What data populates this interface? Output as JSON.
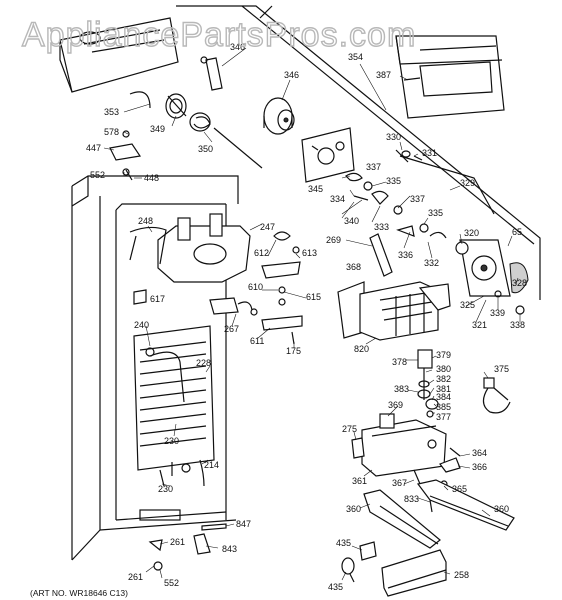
{
  "watermark": "AppliancePartsPros.com",
  "art_number": "(ART NO. WR18646 C13)",
  "callouts": [
    {
      "id": "c348",
      "text": "348"
    },
    {
      "id": "c346",
      "text": "346"
    },
    {
      "id": "c354",
      "text": "354"
    },
    {
      "id": "c387",
      "text": "387"
    },
    {
      "id": "c353",
      "text": "353"
    },
    {
      "id": "c349",
      "text": "349"
    },
    {
      "id": "c578",
      "text": "578"
    },
    {
      "id": "c350",
      "text": "350"
    },
    {
      "id": "c447",
      "text": "447"
    },
    {
      "id": "c552a",
      "text": "552"
    },
    {
      "id": "c448",
      "text": "448"
    },
    {
      "id": "c330",
      "text": "330"
    },
    {
      "id": "c331",
      "text": "331"
    },
    {
      "id": "c337a",
      "text": "337"
    },
    {
      "id": "c335a",
      "text": "335"
    },
    {
      "id": "c345",
      "text": "345"
    },
    {
      "id": "c334",
      "text": "334"
    },
    {
      "id": "c329",
      "text": "329"
    },
    {
      "id": "c337b",
      "text": "337"
    },
    {
      "id": "c340",
      "text": "340"
    },
    {
      "id": "c333",
      "text": "333"
    },
    {
      "id": "c335b",
      "text": "335"
    },
    {
      "id": "c248",
      "text": "248"
    },
    {
      "id": "c247",
      "text": "247"
    },
    {
      "id": "c269",
      "text": "269"
    },
    {
      "id": "c336",
      "text": "336"
    },
    {
      "id": "c332",
      "text": "332"
    },
    {
      "id": "c320",
      "text": "320"
    },
    {
      "id": "c65",
      "text": "65"
    },
    {
      "id": "c612",
      "text": "612"
    },
    {
      "id": "c613",
      "text": "613"
    },
    {
      "id": "c368",
      "text": "368"
    },
    {
      "id": "c328",
      "text": "328"
    },
    {
      "id": "c617",
      "text": "617"
    },
    {
      "id": "c610",
      "text": "610"
    },
    {
      "id": "c615",
      "text": "615"
    },
    {
      "id": "c325",
      "text": "325"
    },
    {
      "id": "c339",
      "text": "339"
    },
    {
      "id": "c321",
      "text": "321"
    },
    {
      "id": "c338",
      "text": "338"
    },
    {
      "id": "c240",
      "text": "240"
    },
    {
      "id": "c267",
      "text": "267"
    },
    {
      "id": "c611",
      "text": "611"
    },
    {
      "id": "c175",
      "text": "175"
    },
    {
      "id": "c820",
      "text": "820"
    },
    {
      "id": "c378",
      "text": "378"
    },
    {
      "id": "c379",
      "text": "379"
    },
    {
      "id": "c228",
      "text": "228"
    },
    {
      "id": "c380",
      "text": "380"
    },
    {
      "id": "c375",
      "text": "375"
    },
    {
      "id": "c382",
      "text": "382"
    },
    {
      "id": "c383",
      "text": "383"
    },
    {
      "id": "c381",
      "text": "381"
    },
    {
      "id": "c384",
      "text": "384"
    },
    {
      "id": "c369",
      "text": "369"
    },
    {
      "id": "c385",
      "text": "385"
    },
    {
      "id": "c377",
      "text": "377"
    },
    {
      "id": "c230a",
      "text": "230"
    },
    {
      "id": "c275",
      "text": "275"
    },
    {
      "id": "c364",
      "text": "364"
    },
    {
      "id": "c214",
      "text": "214"
    },
    {
      "id": "c366",
      "text": "366"
    },
    {
      "id": "c361",
      "text": "361"
    },
    {
      "id": "c367",
      "text": "367"
    },
    {
      "id": "c365",
      "text": "365"
    },
    {
      "id": "c230b",
      "text": "230"
    },
    {
      "id": "c833",
      "text": "833"
    },
    {
      "id": "c360a",
      "text": "360"
    },
    {
      "id": "c360b",
      "text": "360"
    },
    {
      "id": "c847",
      "text": "847"
    },
    {
      "id": "c261a",
      "text": "261"
    },
    {
      "id": "c843",
      "text": "843"
    },
    {
      "id": "c435a",
      "text": "435"
    },
    {
      "id": "c261b",
      "text": "261"
    },
    {
      "id": "c552b",
      "text": "552"
    },
    {
      "id": "c258",
      "text": "258"
    },
    {
      "id": "c435b",
      "text": "435"
    }
  ]
}
